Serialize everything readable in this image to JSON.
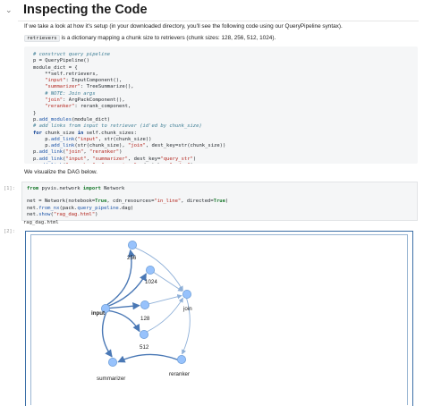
{
  "section": {
    "title": "Inspecting the Code",
    "chevron": "⌄"
  },
  "intro": {
    "text": "If we take a look at how it's setup (in your downloaded directory, you'll see the following code using our QueryPipeline syntax)."
  },
  "retrievers_note": {
    "code": "retrievers",
    "text": " is a dictionary mapping a chunk size to retrievers (chunk sizes: 128, 256, 512, 1024)."
  },
  "visualize_note": {
    "text": "We visualize the DAG below."
  },
  "cells": {
    "c1_prompt": "[1]:",
    "c2_prompt": "[2]:",
    "output_filename": "rag_dag.html"
  },
  "graph": {
    "colors": {
      "node": "#97c2fc",
      "node_border": "#6f9fd8",
      "edge": "#4a78b5",
      "edge_light": "#8fb0d8"
    },
    "nodes": [
      {
        "id": "input",
        "label": "input"
      },
      {
        "id": "256",
        "label": "256"
      },
      {
        "id": "1024",
        "label": "1024"
      },
      {
        "id": "128",
        "label": "128"
      },
      {
        "id": "512",
        "label": "512"
      },
      {
        "id": "join",
        "label": "join"
      },
      {
        "id": "summarizer",
        "label": "summarizer"
      },
      {
        "id": "reranker",
        "label": "reranker"
      }
    ]
  }
}
